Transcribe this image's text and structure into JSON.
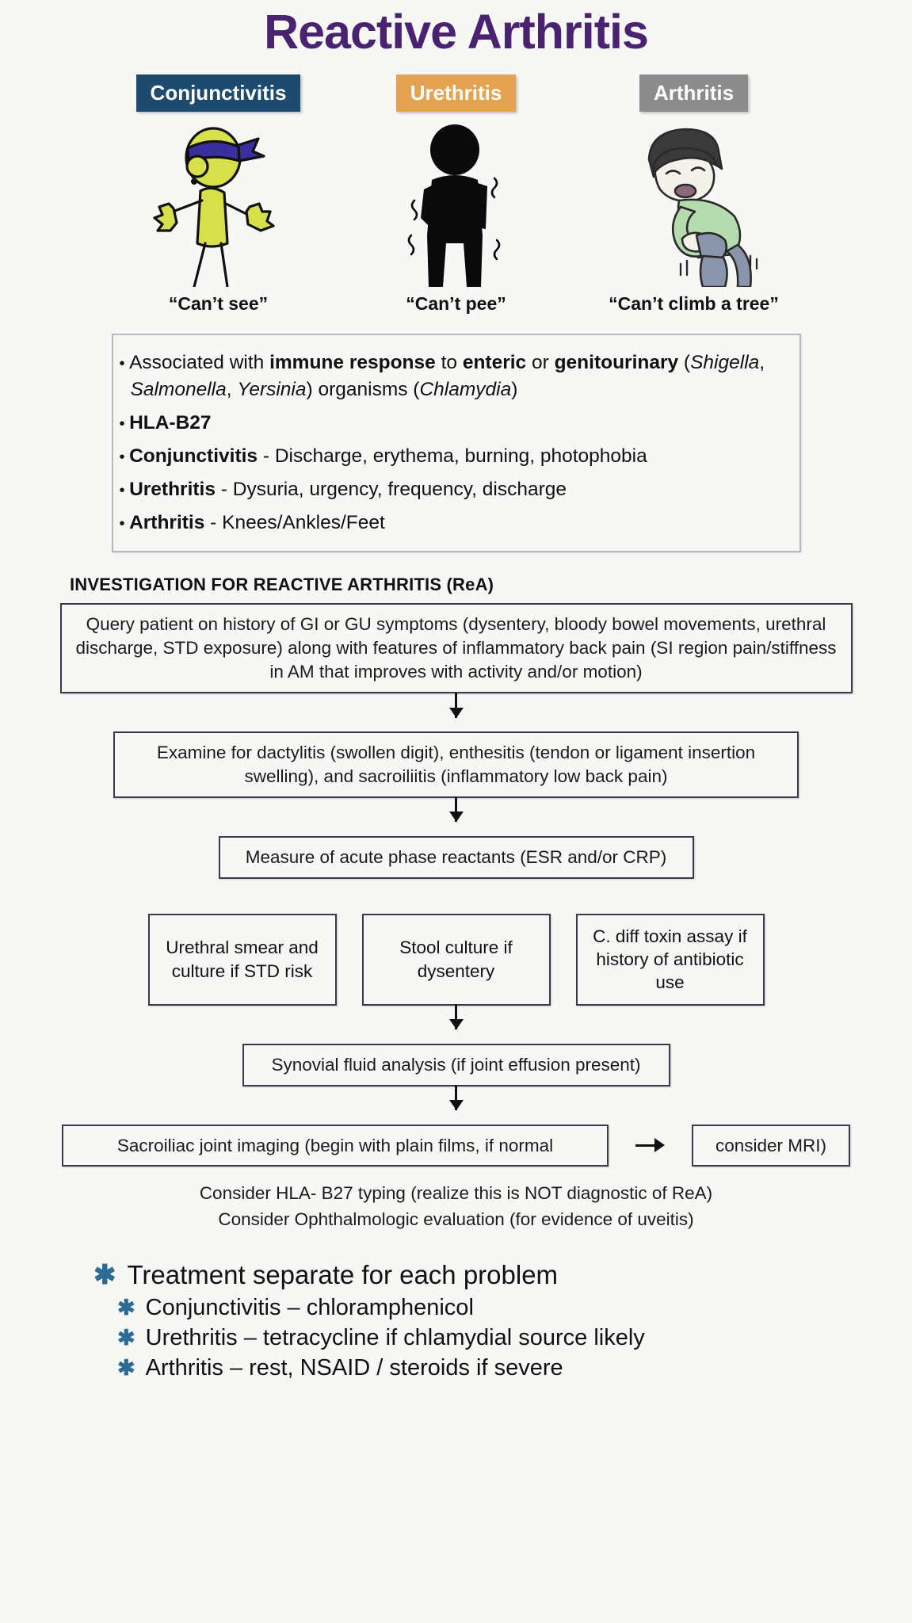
{
  "title": "Reactive Arthritis",
  "colors": {
    "title_purple": "#4a2370",
    "conjunctivitis_blue": "#1e4a6e",
    "urethritis_orange": "#e3a350",
    "arthritis_gray": "#8c8c8c",
    "treatment_star_blue": "#2c6b96",
    "page_background": "#f7f7f5",
    "flow_box_border": "#3a3a48"
  },
  "symptoms": [
    {
      "label": "Conjunctivitis",
      "caption": "“Can’t see”",
      "icon": "blindfolded-stick-figure-icon"
    },
    {
      "label": "Urethritis",
      "caption": "“Can’t pee”",
      "icon": "silhouette-holding-groin-icon"
    },
    {
      "label": "Arthritis",
      "caption": "“Can’t climb a tree”",
      "icon": "boy-holding-knee-icon"
    }
  ],
  "features": [
    {
      "parts": [
        {
          "t": "Associated with ",
          "b": false,
          "i": false
        },
        {
          "t": "immune response",
          "b": true,
          "i": false
        },
        {
          "t": " to ",
          "b": false,
          "i": false
        },
        {
          "t": "enteric",
          "b": true,
          "i": false
        },
        {
          "t": " or ",
          "b": false,
          "i": false
        },
        {
          "t": "genitourinary",
          "b": true,
          "i": false
        },
        {
          "t": " (",
          "b": false,
          "i": false
        },
        {
          "t": "Shigella",
          "b": false,
          "i": true
        },
        {
          "t": ", ",
          "b": false,
          "i": false
        },
        {
          "t": "Salmonella",
          "b": false,
          "i": true
        },
        {
          "t": ", ",
          "b": false,
          "i": false
        },
        {
          "t": "Yersinia",
          "b": false,
          "i": true
        },
        {
          "t": ") organisms (",
          "b": false,
          "i": false
        },
        {
          "t": "Chlamydia",
          "b": false,
          "i": true
        },
        {
          "t": ")",
          "b": false,
          "i": false
        }
      ]
    },
    {
      "parts": [
        {
          "t": "HLA-B27",
          "b": true,
          "i": false
        }
      ]
    },
    {
      "parts": [
        {
          "t": "Conjunctivitis",
          "b": true,
          "i": false
        },
        {
          "t": " - Discharge, erythema, burning, photophobia",
          "b": false,
          "i": false
        }
      ]
    },
    {
      "parts": [
        {
          "t": "Urethritis",
          "b": true,
          "i": false
        },
        {
          "t": " - Dysuria, urgency, frequency, discharge",
          "b": false,
          "i": false
        }
      ]
    },
    {
      "parts": [
        {
          "t": "Arthritis",
          "b": true,
          "i": false
        },
        {
          "t": " - Knees/Ankles/Feet",
          "b": false,
          "i": false
        }
      ]
    }
  ],
  "investigation": {
    "heading": "INVESTIGATION FOR REACTIVE ARTHRITIS (ReA)",
    "step1": "Query patient on history of GI or GU symptoms (dysentery, bloody bowel movements, urethral discharge, STD exposure) along with features of inflammatory back pain (SI region pain/stiffness in AM that improves with activity and/or motion)",
    "step2": "Examine for dactylitis (swollen digit), enthesitis (tendon or ligament insertion swelling), and sacroiliitis (inflammatory low back pain)",
    "step3": "Measure of acute phase reactants (ESR and/or CRP)",
    "branch": [
      "Urethral smear and culture if STD risk",
      "Stool culture if dysentery",
      "C. diff toxin assay if history of antibiotic use"
    ],
    "step4": "Synovial fluid analysis (if joint effusion present)",
    "step5": "Sacroiliac joint imaging (begin with plain films, if normal",
    "step5_mri": "consider MRI)",
    "footnote_line1": "Consider HLA- B27 typing (realize this is NOT diagnostic of ReA)",
    "footnote_line2": "Consider Ophthalmologic evaluation (for evidence of uveitis)"
  },
  "treatment": {
    "heading": "Treatment separate for each problem",
    "items": [
      "Conjunctivitis – chloramphenicol",
      "Urethritis – tetracycline if chlamydial source likely",
      "Arthritis – rest, NSAID / steroids if severe"
    ],
    "bullet_glyph": "✱"
  }
}
